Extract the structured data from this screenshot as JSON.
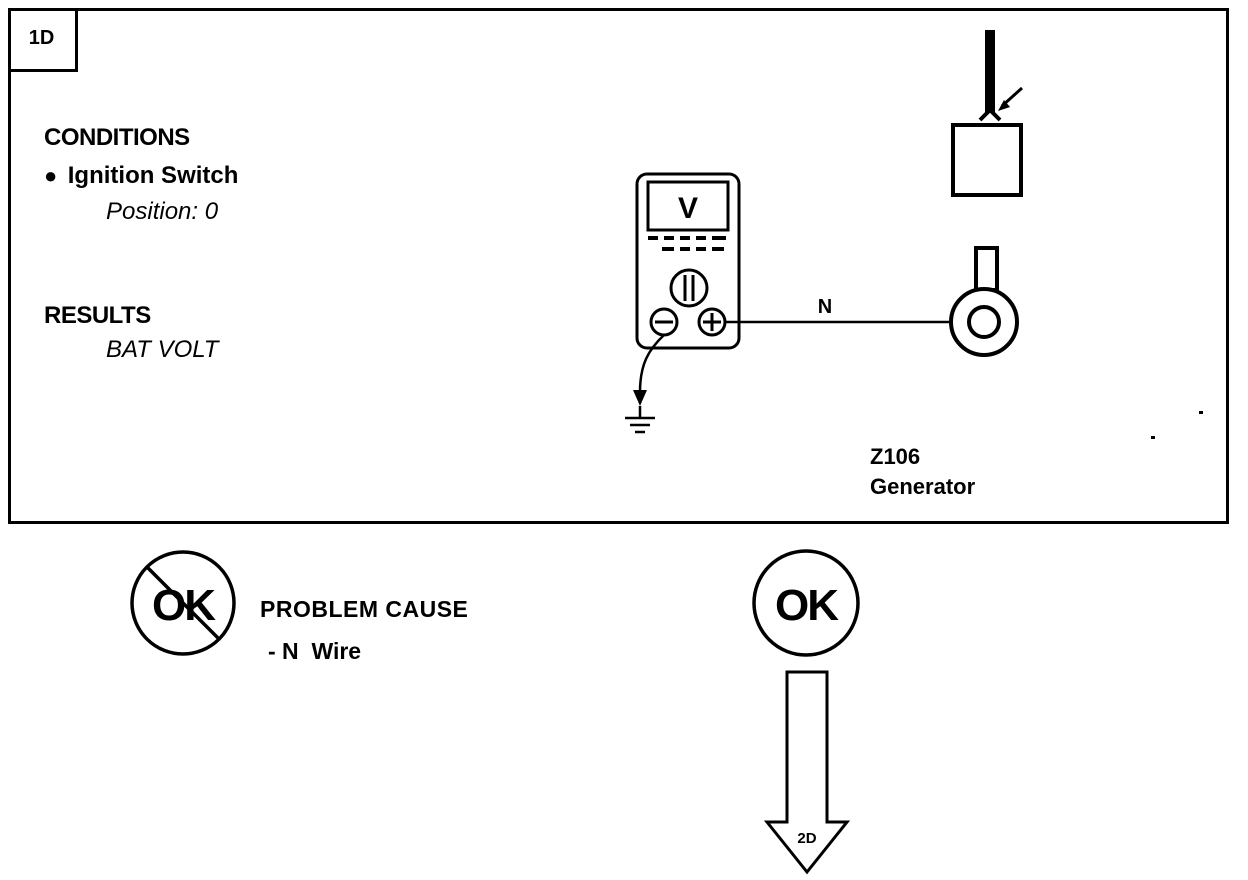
{
  "step_label": "1D",
  "conditions": {
    "heading": "CONDITIONS",
    "item": "Ignition Switch",
    "detail": "Position: 0"
  },
  "results": {
    "heading": "RESULTS",
    "value": "BAT VOLT"
  },
  "meter": {
    "mode_label": "V"
  },
  "wire_label": "N",
  "component": {
    "code": "Z106",
    "name": "Generator"
  },
  "not_ok": {
    "badge": "OK",
    "cause_heading": "PROBLEM CAUSE",
    "cause_item": "- N  Wire"
  },
  "ok": {
    "badge": "OK"
  },
  "next_step": "2D"
}
